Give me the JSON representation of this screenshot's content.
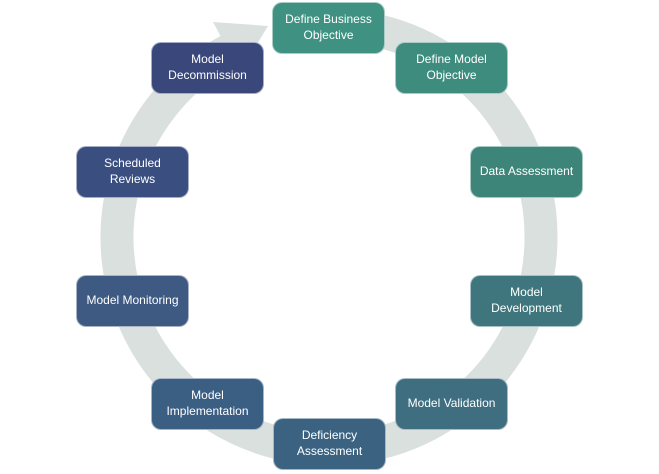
{
  "diagram": {
    "type": "cycle",
    "direction": "clockwise",
    "background": "#ffffff",
    "ring_color": "#d9e0dd",
    "text_color": "#ffffff",
    "steps": [
      {
        "label": "Define Business Objective",
        "color": "#3f9181"
      },
      {
        "label": "Define Model Objective",
        "color": "#3e8c7e"
      },
      {
        "label": "Data Assessment",
        "color": "#3e8579"
      },
      {
        "label": "Model Development",
        "color": "#3f767d"
      },
      {
        "label": "Model Validation",
        "color": "#3f6e80"
      },
      {
        "label": "Deficiency Assessment",
        "color": "#3b6381"
      },
      {
        "label": "Model Implementation",
        "color": "#3b5e83"
      },
      {
        "label": "Model Monitoring",
        "color": "#3e5a82"
      },
      {
        "label": "Scheduled Reviews",
        "color": "#3b4e80"
      },
      {
        "label": "Model Decommission",
        "color": "#39477a"
      }
    ]
  }
}
